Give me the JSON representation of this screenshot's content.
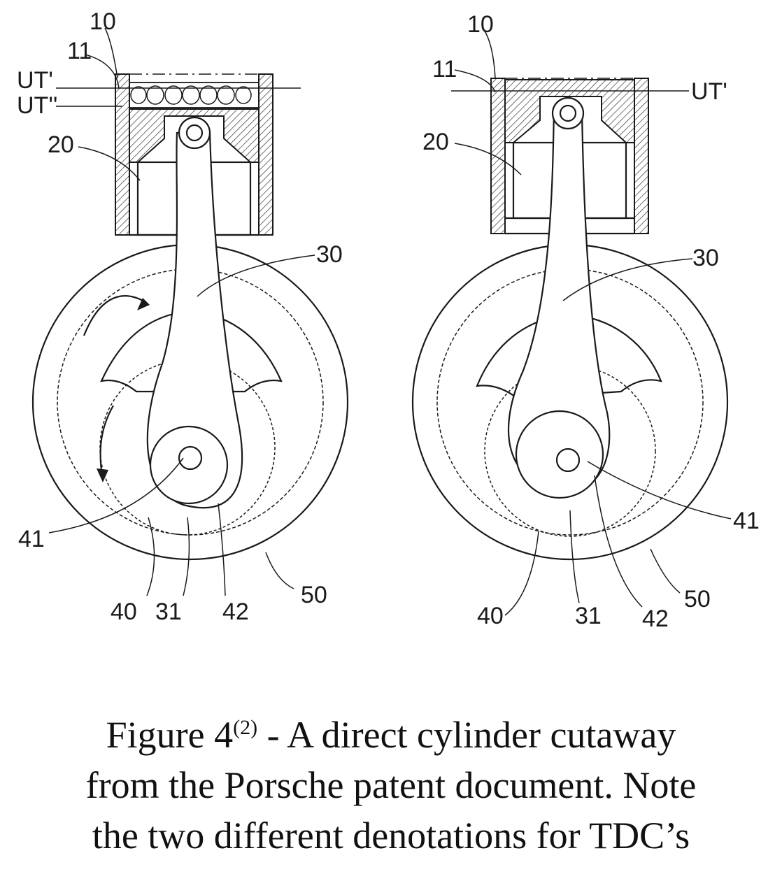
{
  "figure": {
    "left": {
      "labels": {
        "l10": "10",
        "l11": "11",
        "ut1": "UT'",
        "ut2": "UT''",
        "l20": "20",
        "l30": "30",
        "l41": "41",
        "l40": "40",
        "l31": "31",
        "l42": "42",
        "l50": "50"
      }
    },
    "right": {
      "labels": {
        "l10": "10",
        "l11": "11",
        "ut1": "UT'",
        "l20": "20",
        "l30": "30",
        "l41": "41",
        "l40": "40",
        "l31": "31",
        "l42": "42",
        "l50": "50"
      }
    }
  },
  "caption": {
    "line1_a": "Figure 4",
    "line1_sup": "(2)",
    "line1_b": " - A direct cylinder cutaway",
    "line2": "from the Porsche patent document. Note",
    "line3": "the two different denotations for TDC’s"
  }
}
